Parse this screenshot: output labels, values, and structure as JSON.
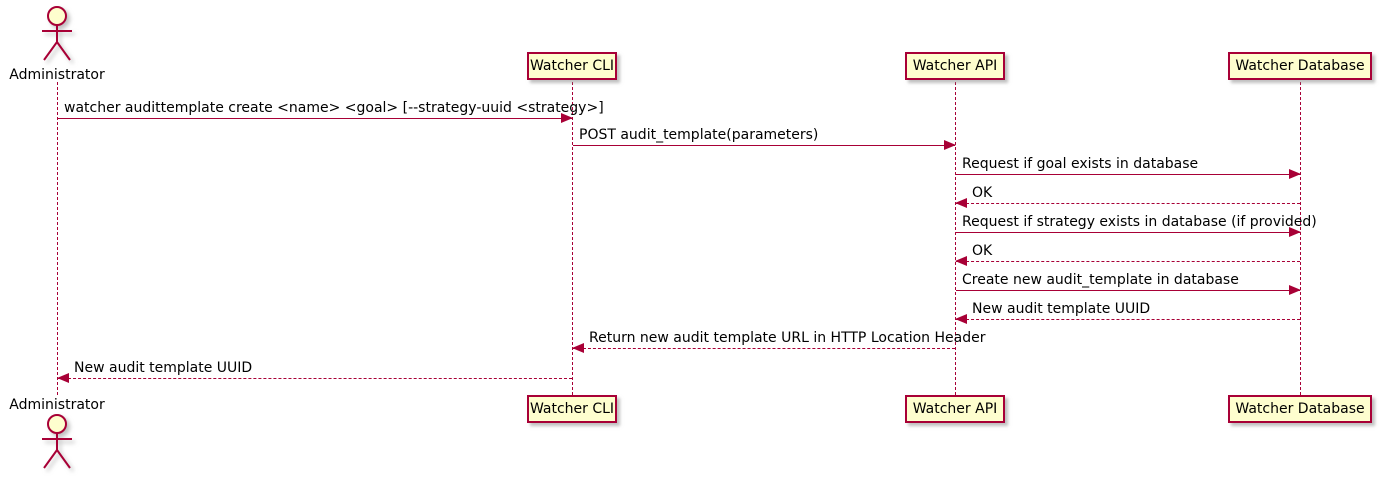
{
  "diagram": {
    "type": "sequence-diagram",
    "colors": {
      "fill": "#FEFECE",
      "border": "#A80036",
      "arrow": "#A80036",
      "text": "#000000"
    },
    "actor": {
      "label": "Administrator"
    },
    "participants": [
      {
        "label": "Watcher CLI"
      },
      {
        "label": "Watcher API"
      },
      {
        "label": "Watcher Database"
      }
    ],
    "messages": [
      {
        "from": "Administrator",
        "to": "Watcher CLI",
        "style": "solid",
        "text": "watcher audittemplate create <name> <goal> [--strategy-uuid <strategy>]"
      },
      {
        "from": "Watcher CLI",
        "to": "Watcher API",
        "style": "solid",
        "text": "POST audit_template(parameters)"
      },
      {
        "from": "Watcher API",
        "to": "Watcher Database",
        "style": "solid",
        "text": "Request if goal exists in database"
      },
      {
        "from": "Watcher Database",
        "to": "Watcher API",
        "style": "dashed",
        "text": "OK"
      },
      {
        "from": "Watcher API",
        "to": "Watcher Database",
        "style": "solid",
        "text": "Request if strategy exists in database (if provided)"
      },
      {
        "from": "Watcher Database",
        "to": "Watcher API",
        "style": "dashed",
        "text": "OK"
      },
      {
        "from": "Watcher API",
        "to": "Watcher Database",
        "style": "solid",
        "text": "Create new audit_template in database"
      },
      {
        "from": "Watcher Database",
        "to": "Watcher API",
        "style": "dashed",
        "text": "New audit template UUID"
      },
      {
        "from": "Watcher API",
        "to": "Watcher CLI",
        "style": "dashed",
        "text": "Return new audit template URL in HTTP Location Header"
      },
      {
        "from": "Watcher CLI",
        "to": "Administrator",
        "style": "dashed",
        "text": "New audit template UUID"
      }
    ]
  }
}
